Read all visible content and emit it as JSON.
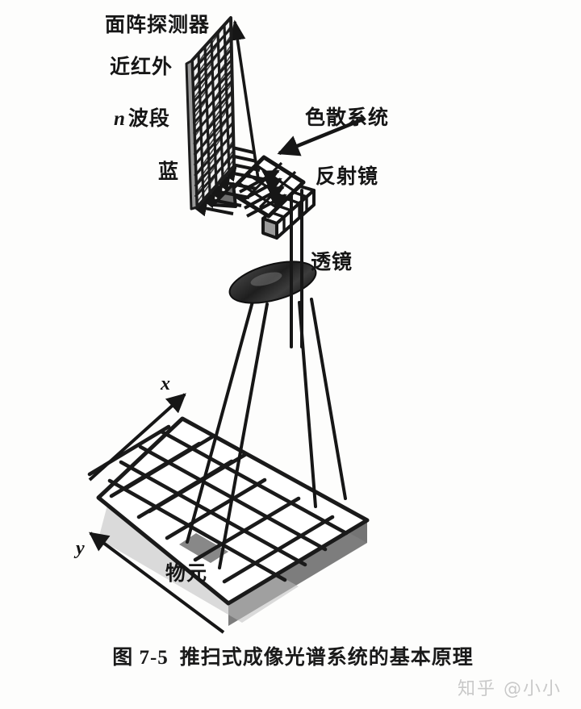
{
  "figure": {
    "caption_number": "图 7-5",
    "caption_text": "推扫式成像光谱系统的基本原理",
    "watermark": "知乎 @小小",
    "background_color": "#fdfdfc",
    "ink_color": "#161616"
  },
  "labels": {
    "detector": "面阵探测器",
    "near_infrared": "近红外",
    "n_band_italic": "n",
    "n_band_rest": "波段",
    "blue": "蓝",
    "dispersion_system": "色散系统",
    "mirror": "反射镜",
    "lens": "透镜",
    "ground_pixel": "物元",
    "axis_x": "x",
    "axis_y": "y"
  },
  "components": {
    "detector_array": {
      "name": "面阵探测器",
      "rows": 14,
      "columns": 6,
      "shading": "hatched"
    },
    "dispersion_system": {
      "name": "色散系统",
      "ray_count": 8,
      "prism_fill": "#6e6e6e"
    },
    "mirror": {
      "name": "反射镜",
      "segments": 5
    },
    "lens": {
      "name": "透镜",
      "shape": "ellipse",
      "fill": "#2d2d2d"
    },
    "ground_plane": {
      "name": "物元",
      "grid_rows": 5,
      "grid_columns": 6,
      "highlight_cell": "物元",
      "slab_side_fill": "#7c7c7c"
    },
    "field_of_view": {
      "beam_lines": 4
    }
  }
}
